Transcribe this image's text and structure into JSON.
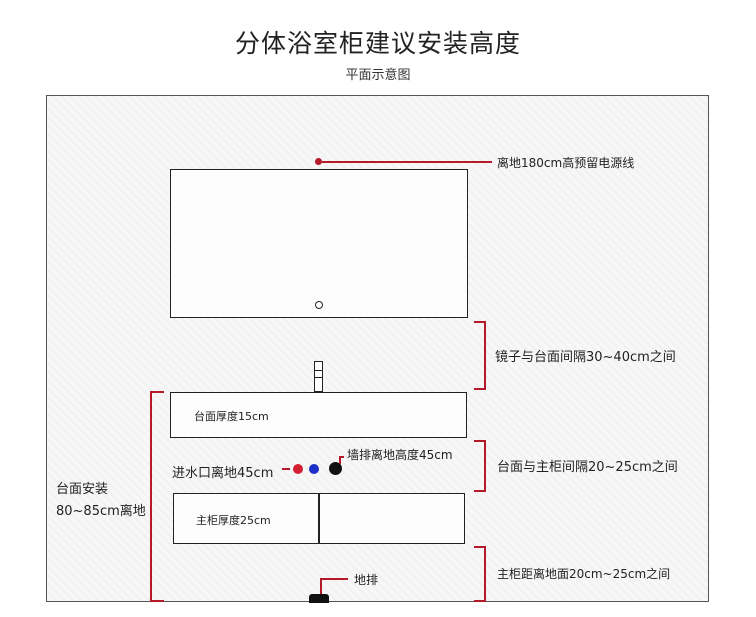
{
  "header": {
    "title": "分体浴室柜建议安装高度",
    "subtitle": "平面示意图"
  },
  "labels": {
    "power_line": "离地180cm高预留电源线",
    "mirror_gap": "镜子与台面间隔30~40cm之间",
    "countertop_thickness": "台面厚度15cm",
    "countertop_gap": "台面与主柜间隔20~25cm之间",
    "water_inlet": "进水口离地45cm",
    "wall_drain": "墙排离地高度45cm",
    "cabinet_thickness": "主柜厚度25cm",
    "floor_drain": "地排",
    "cabinet_floor_gap": "主柜距离地面20cm~25cm之间",
    "install_height_line1": "台面安装",
    "install_height_line2": "80~85cm离地"
  },
  "colors": {
    "accent_red": "#b31b2a",
    "inlet_red": "#d42030",
    "inlet_blue": "#1c2fc9",
    "drain_black": "#111111"
  }
}
